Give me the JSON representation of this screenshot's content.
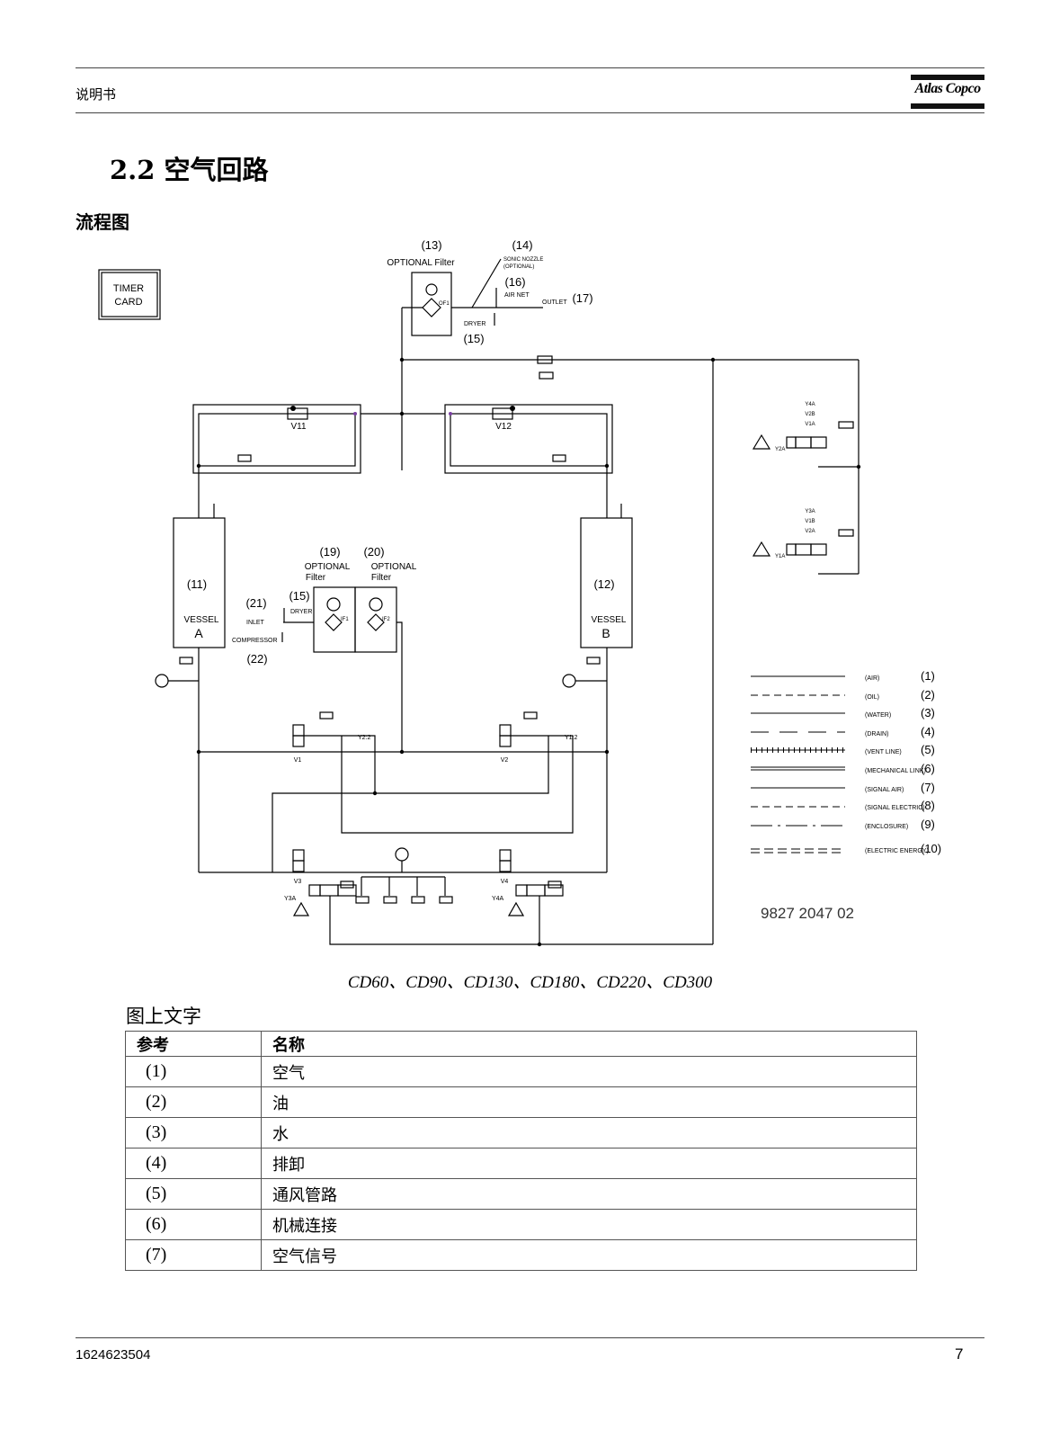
{
  "header": {
    "left_text": "说明书",
    "logo_text": "Atlas Copco"
  },
  "section": {
    "title": "2.2 空气回路",
    "subtitle": "流程图"
  },
  "diagram": {
    "timer_card": [
      "TIMER",
      "CARD"
    ],
    "labels": {
      "n13": "(13)",
      "optional_filter_top": "OPTIONAL Filter",
      "n14": "(14)",
      "sonic1": "SONIC NOZZLE",
      "sonic2": "(OPTIONAL)",
      "n16": "(16)",
      "air_net": "AIR NET",
      "outlet": "OUTLET",
      "n17": "(17)",
      "dryer": "DRYER",
      "n15": "(15)",
      "of1": "OF1",
      "v11": "V11",
      "v12": "V12",
      "n19": "(19)",
      "n20": "(20)",
      "optional": "OPTIONAL",
      "filter": "Filter",
      "n11": "(11)",
      "n12": "(12)",
      "vessel": "VESSEL",
      "vessel_a": "A",
      "vessel_b": "B",
      "n21": "(21)",
      "inlet": "INLET",
      "compressor": "COMPRESSOR",
      "n22": "(22)",
      "if1": "IF1",
      "if2": "IF2",
      "v1": "V1",
      "v2": "V2",
      "v3": "V3",
      "v4": "V4",
      "y22": "Y2:2",
      "y12": "Y1:2",
      "y3a": "Y3A",
      "y4a": "Y4A",
      "y1a": "Y1A",
      "y2a": "Y2A",
      "stack1": [
        "Y4A",
        "V2B",
        "V1A"
      ],
      "stack2": [
        "Y3A",
        "V1B",
        "V2A"
      ],
      "drawing_no": "9827 2047 02"
    },
    "line_legend": [
      {
        "name": "(AIR)",
        "num": "(1)"
      },
      {
        "name": "(OIL)",
        "num": "(2)"
      },
      {
        "name": "(WATER)",
        "num": "(3)"
      },
      {
        "name": "(DRAIN)",
        "num": "(4)"
      },
      {
        "name": "(VENT LINE)",
        "num": "(5)"
      },
      {
        "name": "(MECHANICAL LINK)",
        "num": "(6)"
      },
      {
        "name": "(SIGNAL AIR)",
        "num": "(7)"
      },
      {
        "name": "(SIGNAL ELECTRIC)",
        "num": "(8)"
      },
      {
        "name": "(ENCLOSURE)",
        "num": "(9)"
      },
      {
        "name": "(ELECTRIC ENERGY)",
        "num": "(10)"
      }
    ]
  },
  "caption": "CD60、CD90、CD130、CD180、CD220、CD300",
  "table": {
    "title": "图上文字",
    "headers": [
      "参考",
      "名称"
    ],
    "rows": [
      [
        "(1)",
        "空气"
      ],
      [
        "(2)",
        "油"
      ],
      [
        "(3)",
        "水"
      ],
      [
        "(4)",
        "排卸"
      ],
      [
        "(5)",
        "通风管路"
      ],
      [
        "(6)",
        "机械连接"
      ],
      [
        "(7)",
        "空气信号"
      ]
    ]
  },
  "footer": {
    "doc_number": "1624623504",
    "page_number": "7"
  }
}
